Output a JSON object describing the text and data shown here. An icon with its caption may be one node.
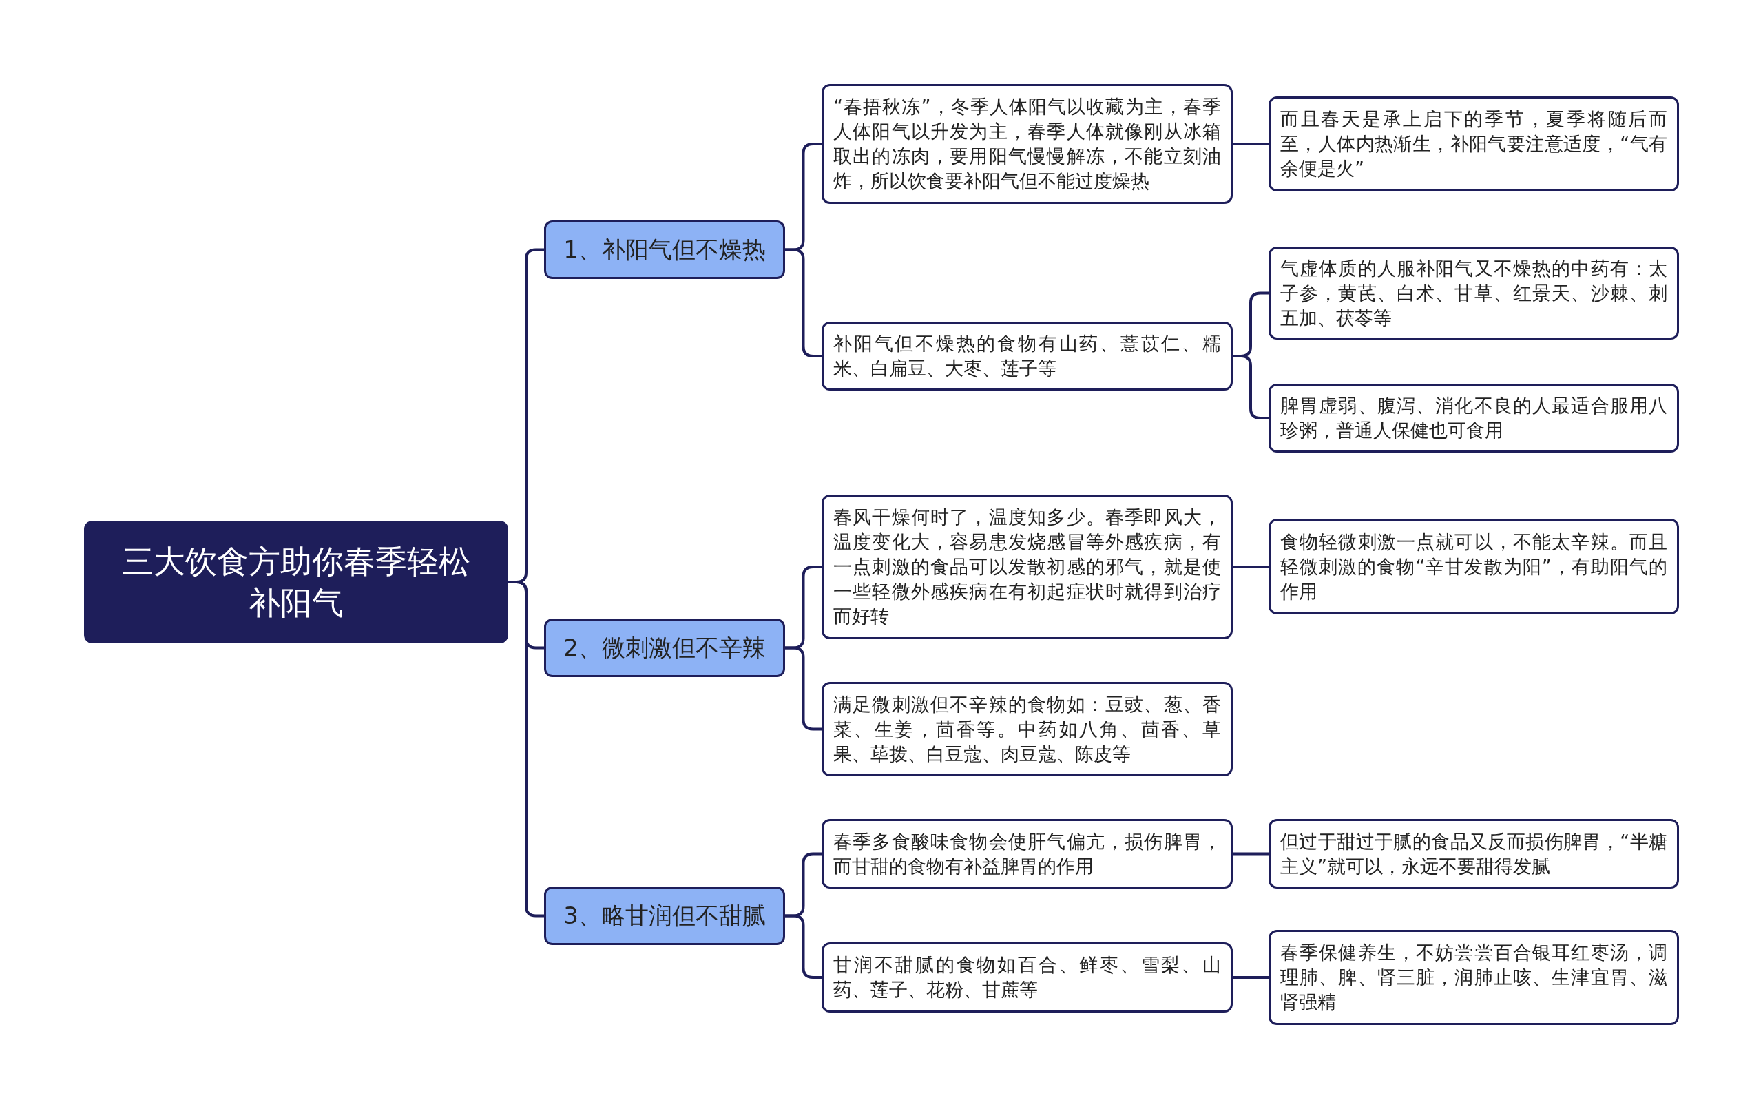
{
  "diagram": {
    "nodes": [
      {
        "text": [
          "三大饮食方助你春季轻松补阳气"
        ]
      },
      {
        "text": [
          "1、补阳气但不燥热"
        ]
      },
      {
        "text": [
          "“春捂秋冻”，冬季人体阳气以收藏为主，春季人体阳气以升发为主，春季人体就像刚从冰箱取出的冻肉，要用阳气慢慢解冻，不能立刻油炸，所以饮食要补阳气但不能过度燥热"
        ]
      },
      {
        "text": [
          "而且春天是承上启下的季节，夏季将随后而至，人体内热渐生，补阳气要注意适度，“气有余便是火”"
        ]
      },
      {
        "text": [
          "补阳气但不燥热的食物有山药、薏苡仁、糯米、白扁豆、大枣、莲子等"
        ]
      },
      {
        "text": [
          "气虚体质的人服补阳气又不燥热的中药有：太子参，黄芪、白术、甘草、红景天、沙棘、刺五加、茯苓等"
        ]
      },
      {
        "text": [
          "脾胃虚弱、腹泻、消化不良的人最适合服用八珍粥，普通人保健也可食用"
        ]
      },
      {
        "text": [
          "2、微刺激但不辛辣"
        ]
      },
      {
        "text": [
          "春风干燥何时了，温度知多少。春季即风大，温度变化大，容易患发烧感冒等外感疾病，有一点刺激的食品可以发散初感的邪气，就是使一些轻微外感疾病在有初起症状时就得到治疗而好转"
        ]
      },
      {
        "text": [
          "食物轻微刺激一点就可以，不能太辛辣。而且轻微刺激的食物“辛甘发散为阳”，有助阳气的作用"
        ]
      },
      {
        "text": [
          "满足微刺激但不辛辣的食物如：豆豉、葱、香菜、生姜，茴香等。中药如八角、茴香、草果、荜拨、白豆蔻、肉豆蔻、陈皮等"
        ]
      },
      {
        "text": [
          "3、略甘润但不甜腻"
        ]
      },
      {
        "text": [
          "春季多食酸味食物会使肝气偏亢，损伤脾胃，而甘甜的食物有补益脾胃的作用"
        ]
      },
      {
        "text": [
          "但过于甜过于腻的食品又反而损伤脾胃，“半糖主义”就可以，永远不要甜得发腻"
        ]
      },
      {
        "text": [
          "甘润不甜腻的食物如百合、鲜枣、雪梨、山药、莲子、花粉、甘蔗等"
        ]
      },
      {
        "text": [
          "春季保健养生，不妨尝尝百合银耳红枣汤，调理肺、脾、肾三脏，润肺止咳、生津宜胃、滋肾强精"
        ]
      }
    ],
    "edges": [
      {
        "from": 0,
        "to": 1,
        "arrow": "none"
      },
      {
        "from": 0,
        "to": 7,
        "arrow": "none"
      },
      {
        "from": 0,
        "to": 11,
        "arrow": "none"
      },
      {
        "from": 1,
        "to": 2,
        "arrow": "none"
      },
      {
        "from": 1,
        "to": 4,
        "arrow": "none"
      },
      {
        "from": 2,
        "to": 3,
        "arrow": "none"
      },
      {
        "from": 4,
        "to": 5,
        "arrow": "none"
      },
      {
        "from": 4,
        "to": 6,
        "arrow": "none"
      },
      {
        "from": 7,
        "to": 8,
        "arrow": "none"
      },
      {
        "from": 7,
        "to": 10,
        "arrow": "none"
      },
      {
        "from": 8,
        "to": 9,
        "arrow": "none"
      },
      {
        "from": 11,
        "to": 12,
        "arrow": "none"
      },
      {
        "from": 11,
        "to": 14,
        "arrow": "none"
      },
      {
        "from": 12,
        "to": 13,
        "arrow": "none"
      },
      {
        "from": 14,
        "to": 15,
        "arrow": "none"
      }
    ]
  }
}
